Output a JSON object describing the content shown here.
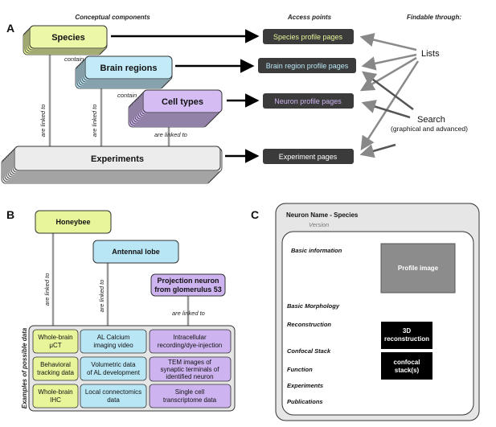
{
  "headers": {
    "conceptual": "Conceptual components",
    "access": "Access points",
    "findable": "Findable through:"
  },
  "panel_labels": {
    "a": "A",
    "b": "B",
    "c": "C"
  },
  "panel_a": {
    "species": "Species",
    "brain_regions": "Brain regions",
    "cell_types": "Cell types",
    "experiments": "Experiments",
    "contain_1": "contain",
    "contain_2": "contain",
    "linked_1": "are linked to",
    "linked_2": "are linked to",
    "linked_3": "are linked to",
    "access_species": "Species profile pages",
    "access_brain": "Brain region profile pages",
    "access_neuron": "Neuron profile pages",
    "access_experiment": "Experiment pages",
    "lists": "Lists",
    "search": "Search",
    "search_sub": "(graphical and advanced)"
  },
  "panel_b": {
    "honeybee": "Honeybee",
    "antennal_lobe": "Antennal lobe",
    "projection_line1": "Projection neuron",
    "projection_line2": "from glomerulus 53",
    "linked_1": "are linked to",
    "linked_2": "are linked to",
    "linked_3": "are linked to",
    "side_label": "Examples of possible data",
    "col1": [
      [
        "Whole-brain",
        "μCT"
      ],
      [
        "Behavioral",
        "tracking data"
      ],
      [
        "Whole-brain",
        "IHC"
      ]
    ],
    "col2": [
      [
        "AL Calcium",
        "imaging video"
      ],
      [
        "Volumetric data",
        "of AL development"
      ],
      [
        "Local connectomics",
        "data"
      ]
    ],
    "col3": [
      [
        "Intracellular",
        "recording/dye-injection"
      ],
      [
        "TEM images of",
        "synaptic terminals of",
        "identified neuron"
      ],
      [
        "Single cell",
        "transcriptome data"
      ]
    ]
  },
  "panel_c": {
    "title": "Neuron Name - Species",
    "version": "Version",
    "basic_information": "Basic information",
    "profile_image": "Profile image",
    "basic_morphology": "Basic Morphology",
    "reconstruction": "Reconstruction",
    "btn_3d_line1": "3D",
    "btn_3d_line2": "reconstruction",
    "confocal_stack": "Confocal Stack",
    "btn_confocal_line1": "confocal",
    "btn_confocal_line2": "stack(s)",
    "function": "Function",
    "experiments": "Experiments",
    "publications": "Publications"
  },
  "colors": {
    "species": "#e8f59a",
    "brain": "#b9e6f5",
    "cell": "#cdb3ef",
    "experiment": "#e9e9e9",
    "access_bg": "#3b3b3b",
    "profile_image": "#8c8c8c"
  }
}
